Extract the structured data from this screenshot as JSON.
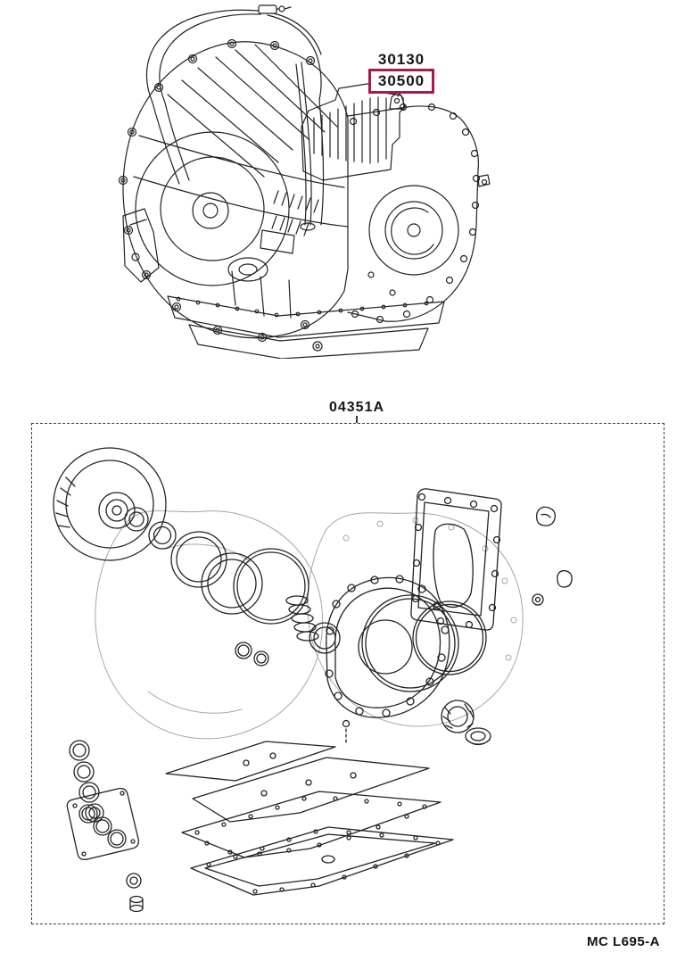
{
  "document": {
    "background": "#ffffff",
    "line_color": "#222222"
  },
  "callout": {
    "part_number_plain": "30130",
    "part_number_highlighted": "30500",
    "highlight_box_color": "#A41C4E"
  },
  "kit": {
    "label": "04351A"
  },
  "footer": {
    "code": "MC L695-A"
  },
  "illustrations": {
    "top": "automatic-transaxle-assembly-drawing",
    "bottom": "transaxle-gasket-kit-exploded-drawing"
  }
}
